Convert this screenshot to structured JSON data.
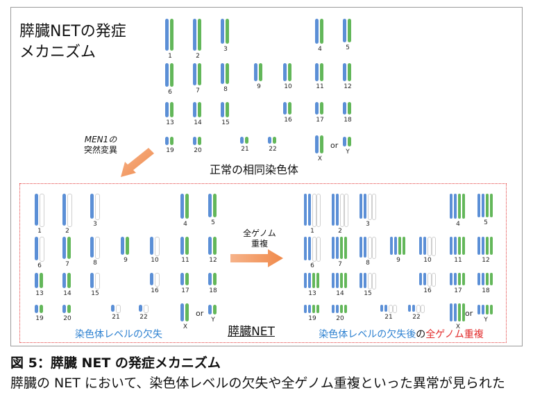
{
  "figure": {
    "title_line1": "膵臓NETの発症",
    "title_line2": "メカニズム",
    "normal_caption": "正常の相同染色体",
    "mutation_line1": "MEN1の",
    "mutation_line2": "突然変異",
    "wgd_line1": "全ゲノム",
    "wgd_line2": "重複",
    "loss_caption": "染色体レベルの欠失",
    "net_caption": "膵臓NET",
    "after_caption_part1": "染色体レベルの欠失後",
    "after_caption_part2": "の",
    "after_caption_part3": "全ゲノム重複",
    "or_text": "or"
  },
  "chromosome_labels": [
    "1",
    "2",
    "3",
    "4",
    "5",
    "6",
    "7",
    "8",
    "9",
    "10",
    "11",
    "12",
    "13",
    "14",
    "15",
    "16",
    "17",
    "18",
    "19",
    "20",
    "21",
    "22",
    "X",
    "Y"
  ],
  "colors": {
    "blue": "#5b8fd6",
    "green": "#63b75a",
    "outline": "#cfcfcf",
    "arrow": "#f08a4b",
    "box": "#e23a3a",
    "caption_blue": "#2a7fd0",
    "caption_red": "#e22b2b"
  },
  "caption": {
    "title": "図 5：膵臓 NET の発症メカニズム",
    "body": "膵臓の NET において、染色体レベルの欠失や全ゲノム重複といった異常が見られた"
  }
}
